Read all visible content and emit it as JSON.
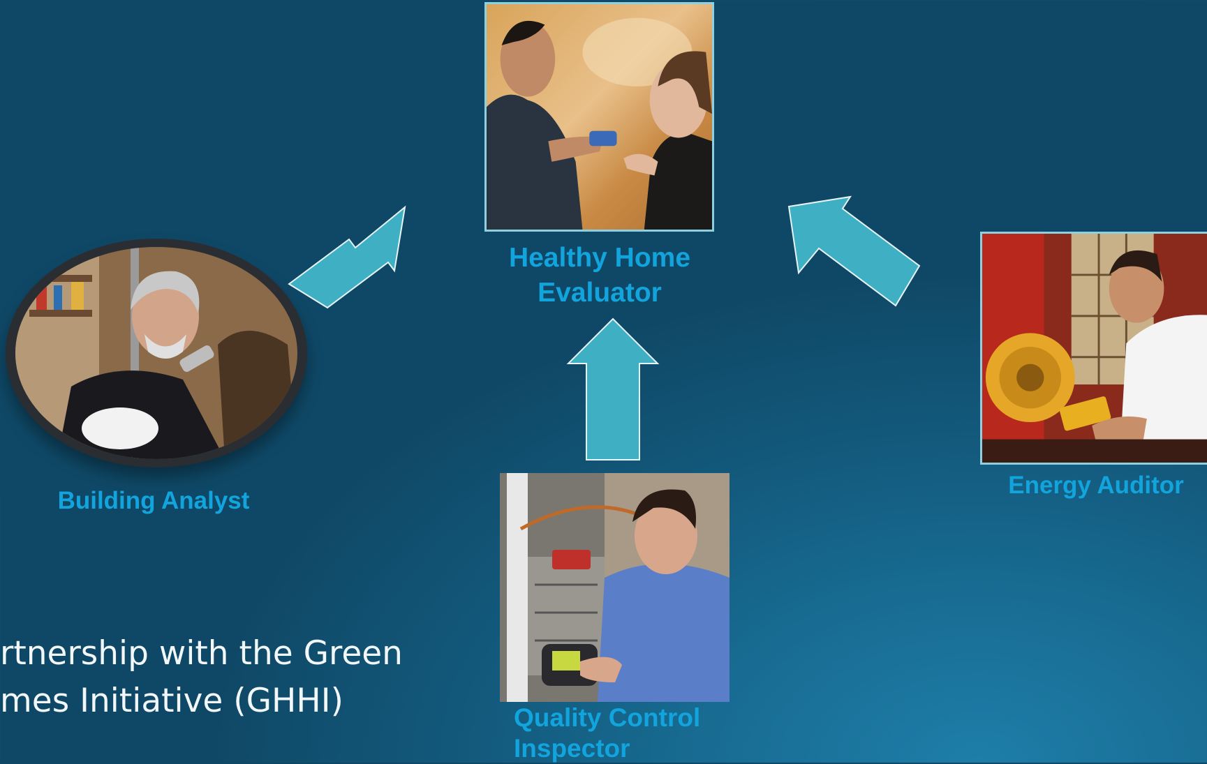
{
  "roles": {
    "center": {
      "label_line1": "Healthy Home",
      "label_line2": "Evaluator"
    },
    "left": {
      "label": "Building Analyst"
    },
    "right": {
      "label": "Energy Auditor"
    },
    "bottom": {
      "label_line1": "Quality Control",
      "label_line2": "Inspector"
    }
  },
  "body": {
    "line1": "rtnership with the Green",
    "line2": "mes Initiative (GHHI)"
  },
  "colors": {
    "accent_label": "#12a4dc",
    "arrow_fill": "#3fb0c4",
    "arrow_stroke": "#e8f4f6",
    "background": "#135a7d"
  }
}
